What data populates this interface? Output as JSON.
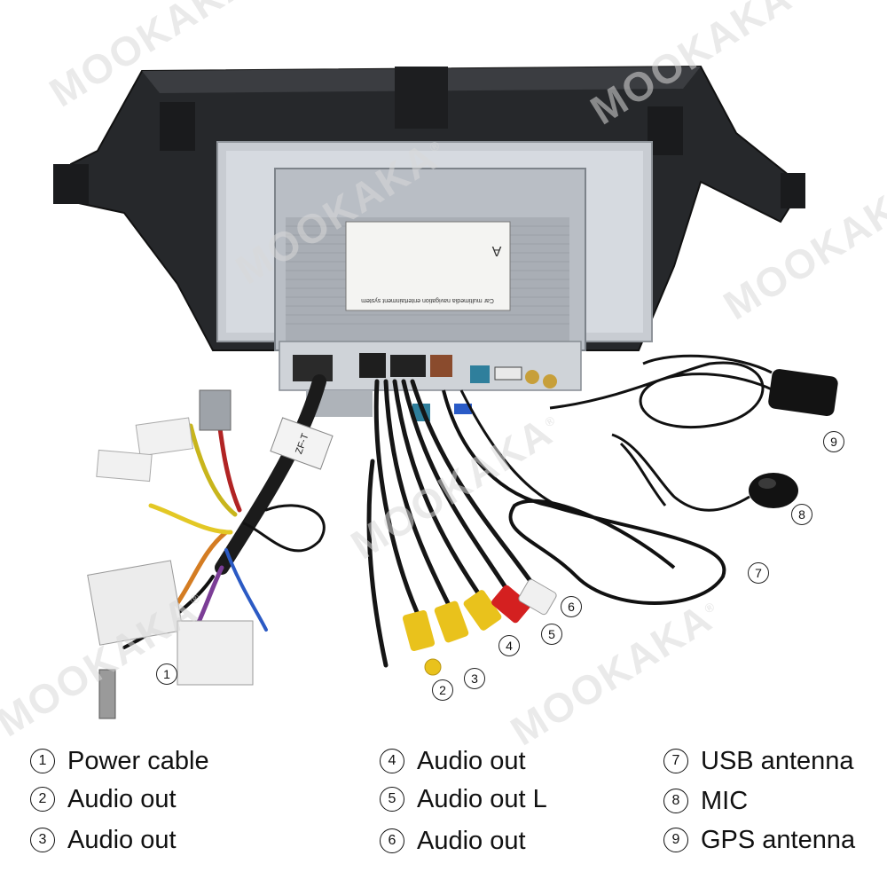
{
  "watermark": "MOOKAKA",
  "unit_label": {
    "top_label": "Car multimedia navigation entertainment system",
    "side_letter": "A"
  },
  "harness_tag": "ZF-T",
  "markers": [
    "1",
    "2",
    "3",
    "4",
    "5",
    "6",
    "7",
    "8",
    "9"
  ],
  "legend": [
    {
      "num": "1",
      "label": "Power cable"
    },
    {
      "num": "2",
      "label": "Audio out"
    },
    {
      "num": "3",
      "label": "Audio out"
    },
    {
      "num": "4",
      "label": "Audio out"
    },
    {
      "num": "5",
      "label": "Audio out L"
    },
    {
      "num": "6",
      "label": "Audio out"
    },
    {
      "num": "7",
      "label": "USB antenna"
    },
    {
      "num": "8",
      "label": "MIC"
    },
    {
      "num": "9",
      "label": "GPS antenna"
    }
  ]
}
